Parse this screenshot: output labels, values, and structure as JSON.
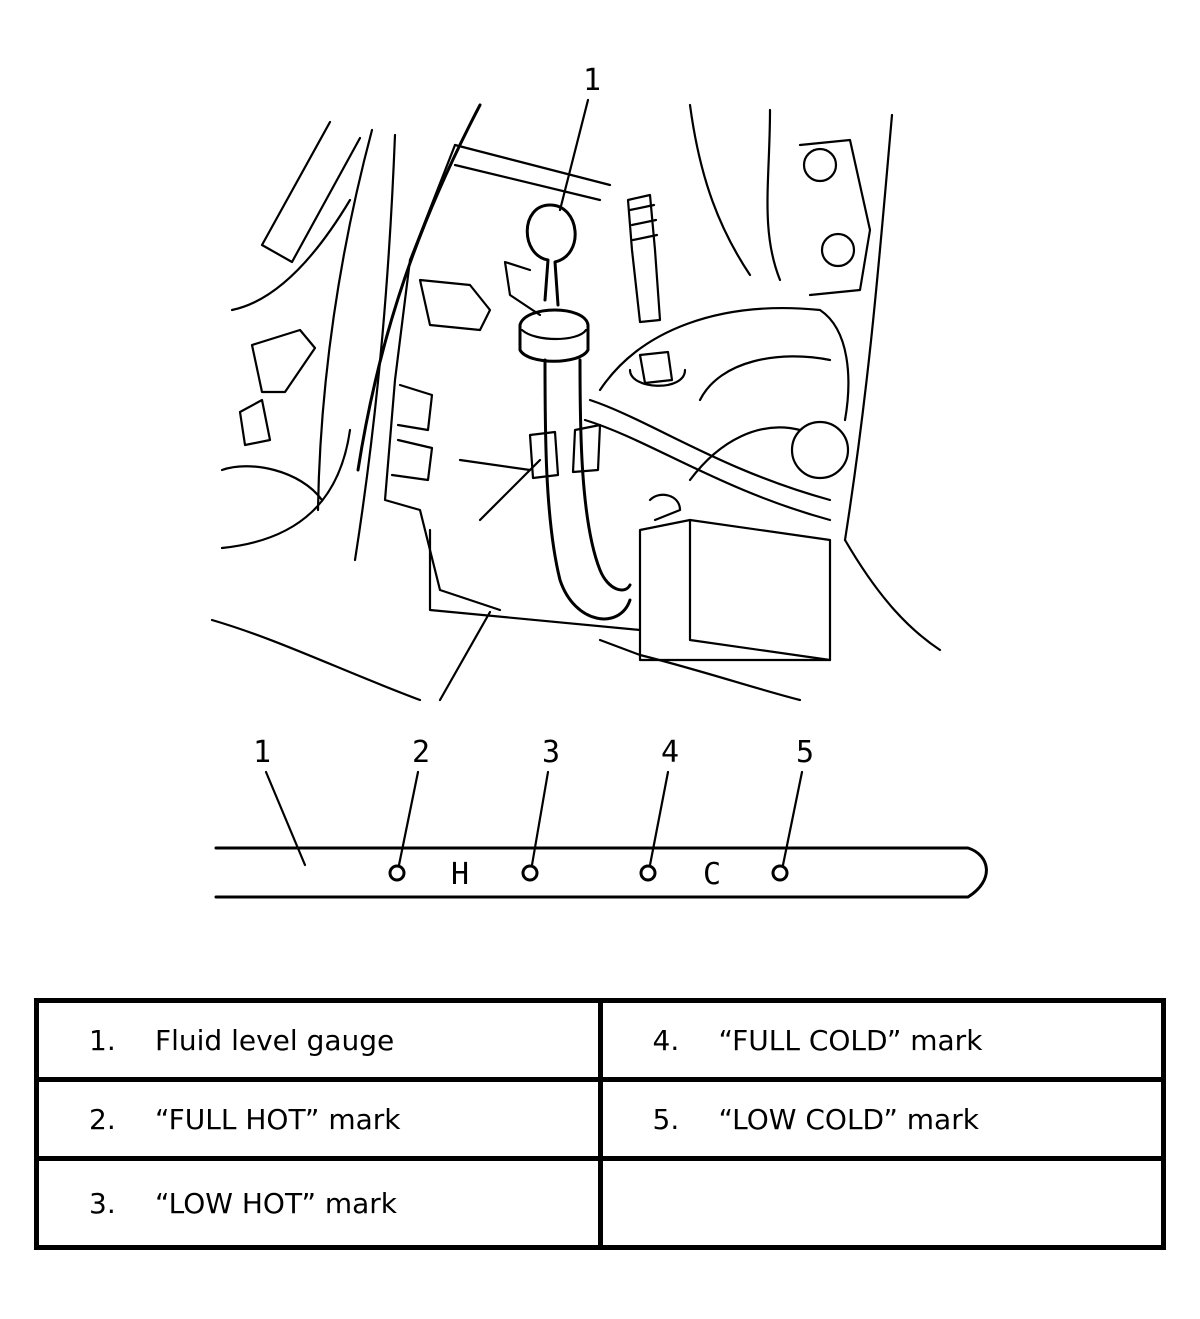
{
  "illustration": {
    "top_callout": "1",
    "gauge_callouts": [
      "1",
      "2",
      "3",
      "4",
      "5"
    ],
    "gauge_marks": {
      "hot": "H",
      "cold": "C"
    }
  },
  "legend": {
    "rows": [
      [
        {
          "num": "1.",
          "label": "Fluid level gauge"
        },
        {
          "num": "4.",
          "label": "“FULL COLD” mark"
        }
      ],
      [
        {
          "num": "2.",
          "label": "“FULL HOT” mark"
        },
        {
          "num": "5.",
          "label": "“LOW COLD” mark"
        }
      ],
      [
        {
          "num": "3.",
          "label": "“LOW HOT” mark"
        },
        {
          "num": "",
          "label": ""
        }
      ]
    ]
  }
}
